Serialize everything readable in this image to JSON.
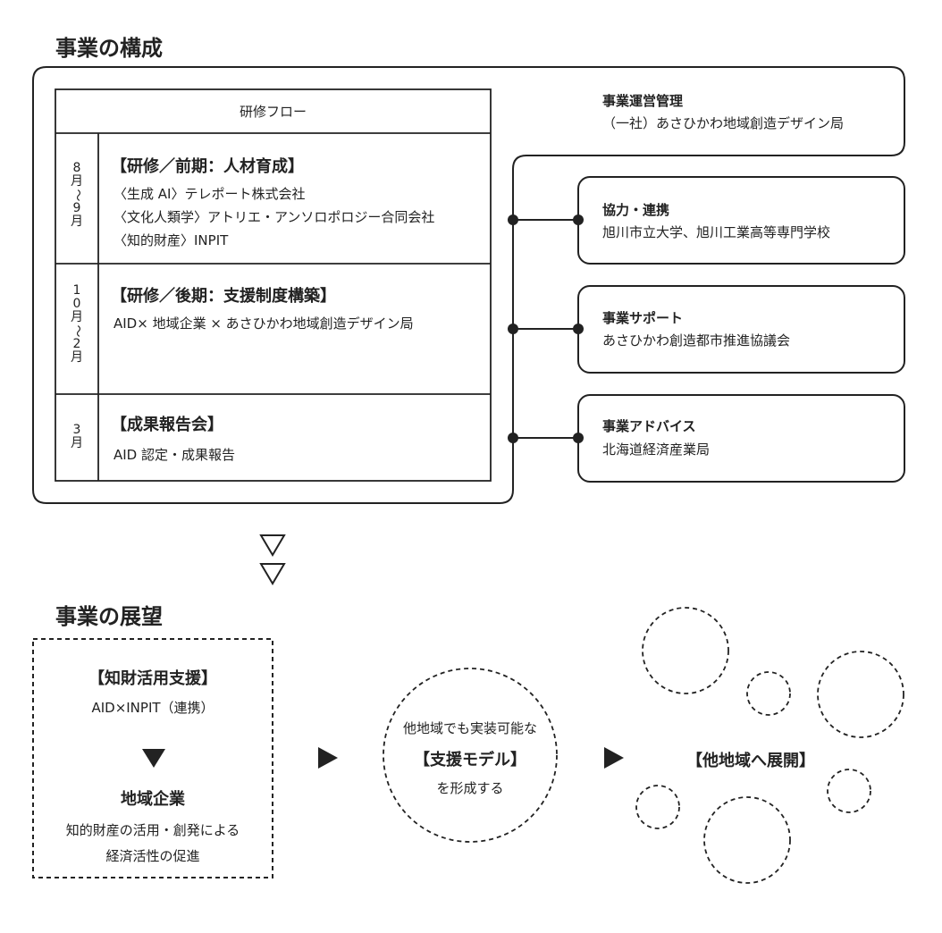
{
  "section1": {
    "heading": "事業の構成"
  },
  "flow": {
    "title": "研修フロー",
    "rows": [
      {
        "month": "8月〜9月",
        "title": "【研修／前期：人材育成】",
        "lines": [
          "〈生成 AI〉テレポート株式会社",
          "〈文化人類学〉アトリエ・アンソロポロジー合同会社",
          "〈知的財産〉INPIT"
        ]
      },
      {
        "month": "10月〜2月",
        "title": "【研修／後期：支援制度構築】",
        "lines": [
          "AID× 地域企業 × あさひかわ地域創造デザイン局"
        ]
      },
      {
        "month": "3月",
        "title": "【成果報告会】",
        "lines": [
          "AID 認定・成果報告"
        ]
      }
    ]
  },
  "partners": {
    "management": {
      "title": "事業運営管理",
      "body": "（一社）あさひかわ地域創造デザイン局"
    },
    "items": [
      {
        "title": "協力・連携",
        "body": "旭川市立大学、旭川工業高等専門学校"
      },
      {
        "title": "事業サポート",
        "body": "あさひかわ創造都市推進協議会"
      },
      {
        "title": "事業アドバイス",
        "body": "北海道経済産業局"
      }
    ]
  },
  "section2": {
    "heading": "事業の展望"
  },
  "vision": {
    "box": {
      "title": "【知財活用支援】",
      "subtitle": "AID×INPIT（連携）",
      "target": "地域企業",
      "desc1": "知的財産の活用・創発による",
      "desc2": "経済活性の促進"
    },
    "model": {
      "line1": "他地域でも実装可能な",
      "title": "【支援モデル】",
      "line3": "を形成する"
    },
    "expand": {
      "title": "【他地域へ展開】"
    }
  },
  "icons": {
    "down_arrows": "outline-down-triangle-icon",
    "down_arrow_filled": "filled-down-triangle-icon",
    "right_arrow": "filled-right-triangle-icon"
  },
  "colors": {
    "ink": "#222222",
    "background": "#ffffff"
  }
}
